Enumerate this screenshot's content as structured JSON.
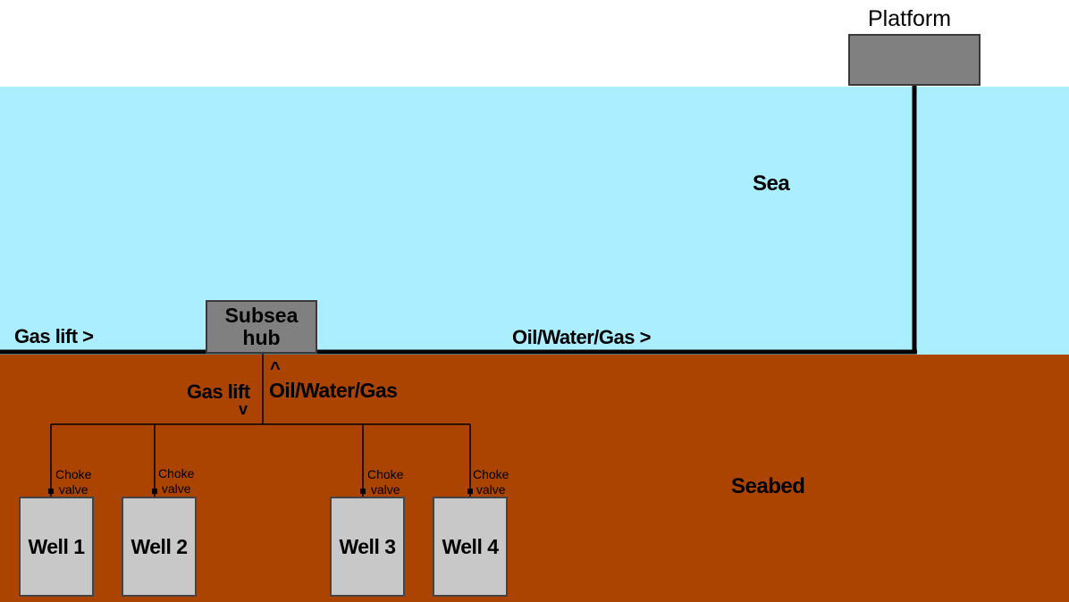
{
  "labels": {
    "platform": "Platform",
    "sea": "Sea",
    "seabed": "Seabed",
    "subsea_hub": "Subsea\nhub",
    "gas_lift_in": "Gas lift >",
    "export_flow": "Oil/Water/Gas >",
    "riser_up_arrow": "^",
    "riser_flow": "Oil/Water/Gas",
    "gas_lift_down": "Gas lift",
    "gas_lift_down_arrow": "v"
  },
  "wells": [
    {
      "name": "Well 1",
      "valve": "Choke\nvalve"
    },
    {
      "name": "Well 2",
      "valve": "Choke\nvalve"
    },
    {
      "name": "Well 3",
      "valve": "Choke\nvalve"
    },
    {
      "name": "Well 4",
      "valve": "Choke\nvalve"
    }
  ],
  "colors": {
    "sea": "#aaeeff",
    "seabed": "#aa4400",
    "equipment": "#808080",
    "well": "#c8c8c8",
    "pipe": "#000000"
  }
}
